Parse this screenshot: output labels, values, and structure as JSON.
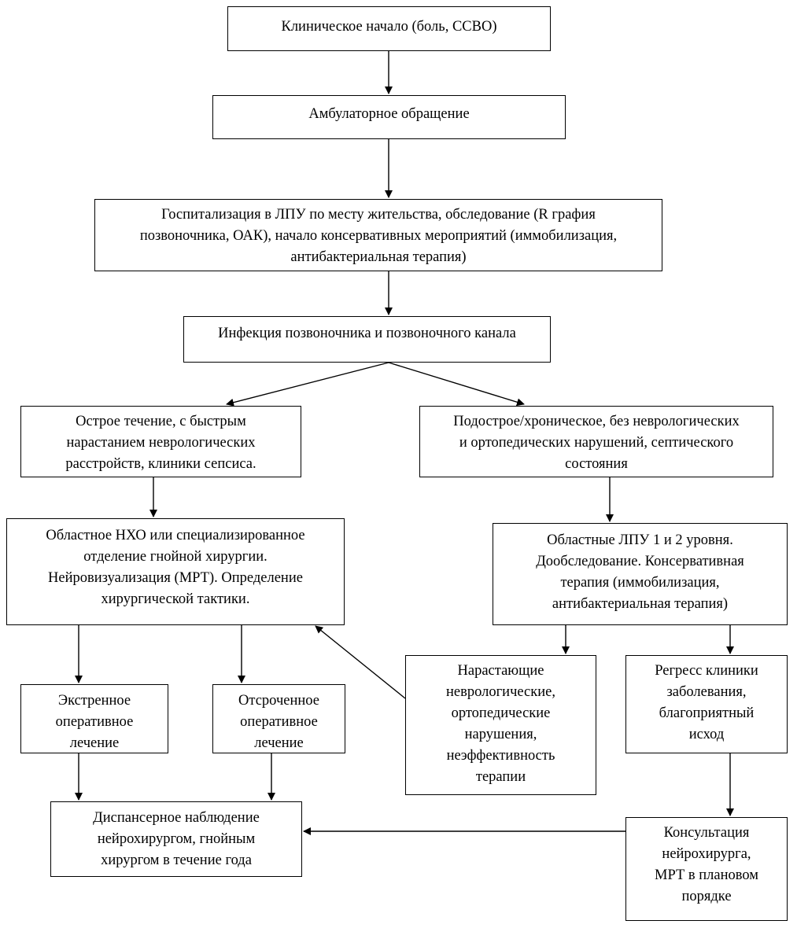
{
  "flowchart": {
    "nodes": {
      "clinical_onset": "Клиническое начало (боль, ССВО)",
      "outpatient_visit": "Амбулаторное обращение",
      "hospitalization": "Госпитализация в ЛПУ по месту жительства, обследование (R графия\nпозвоночника, ОАК), начало консервативных мероприятий (иммобилизация,\nантибактериальная терапия)",
      "spinal_infection": "Инфекция позвоночника и позвоночного канала",
      "acute_course": "Острое течение, с быстрым\nнарастанием неврологических\nрасстройств, клиники сепсиса.",
      "subacute_chronic": "Подострое/хроническое, без неврологических\nи ортопедических нарушений, септического\nсостояния",
      "regional_nho": "Областное НХО или специализированное\nотделение гнойной хирургии.\nНейровизуализация (МРТ). Определение\nхирургической  тактики.",
      "regional_lpu": "Областные ЛПУ 1 и 2 уровня.\nДообследование. Консервативная\nтерапия (иммобилизация,\nантибактериальная терапия)",
      "emergency_surgery": "Экстренное\nоперативное\nлечение",
      "delayed_surgery": "Отсроченное\nоперативное\nлечение",
      "worsening": "Нарастающие\nневрологические,\nортопедические\nнарушения,\nнеэффективность\nтерапии",
      "regression": "Регресс  клиники\nзаболевания,\nблагоприятный\nисход",
      "follow_up": "Диспансерное наблюдение\nнейрохирургом, гнойным\nхирургом  в течение года",
      "consultation": "Консультация\nнейрохирурга,\nМРТ в плановом\nпорядке"
    }
  }
}
